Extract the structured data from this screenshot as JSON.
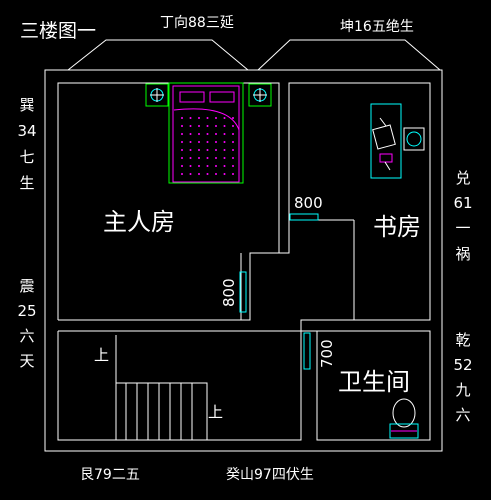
{
  "title": "三楼图一",
  "top_labels": {
    "center": "丁向88三延",
    "right": "坤16五绝生"
  },
  "bottom_labels": {
    "left": "艮79二五",
    "center": "癸山97四伏生"
  },
  "side_labels": {
    "left_top": [
      "巽",
      "34",
      "七",
      "生"
    ],
    "left_bottom": [
      "震",
      "25",
      "六",
      "天"
    ],
    "right_top": [
      "兑",
      "61",
      "一",
      "祸"
    ],
    "right_bottom": [
      "乾",
      "52",
      "九",
      "六"
    ]
  },
  "rooms": {
    "master_bedroom": "主人房",
    "study": "书房",
    "bathroom": "卫生间"
  },
  "dimensions": {
    "door_study": "800",
    "door_master": "800",
    "door_bath": "700"
  },
  "stairs": {
    "up_left": "上",
    "up_right": "上"
  },
  "colors": {
    "wall": "#ffffff",
    "door": "#00ffff",
    "bed": "#ff00ff",
    "bed_frame": "#00ff00",
    "furniture": "#00ffff",
    "background": "#000000"
  }
}
